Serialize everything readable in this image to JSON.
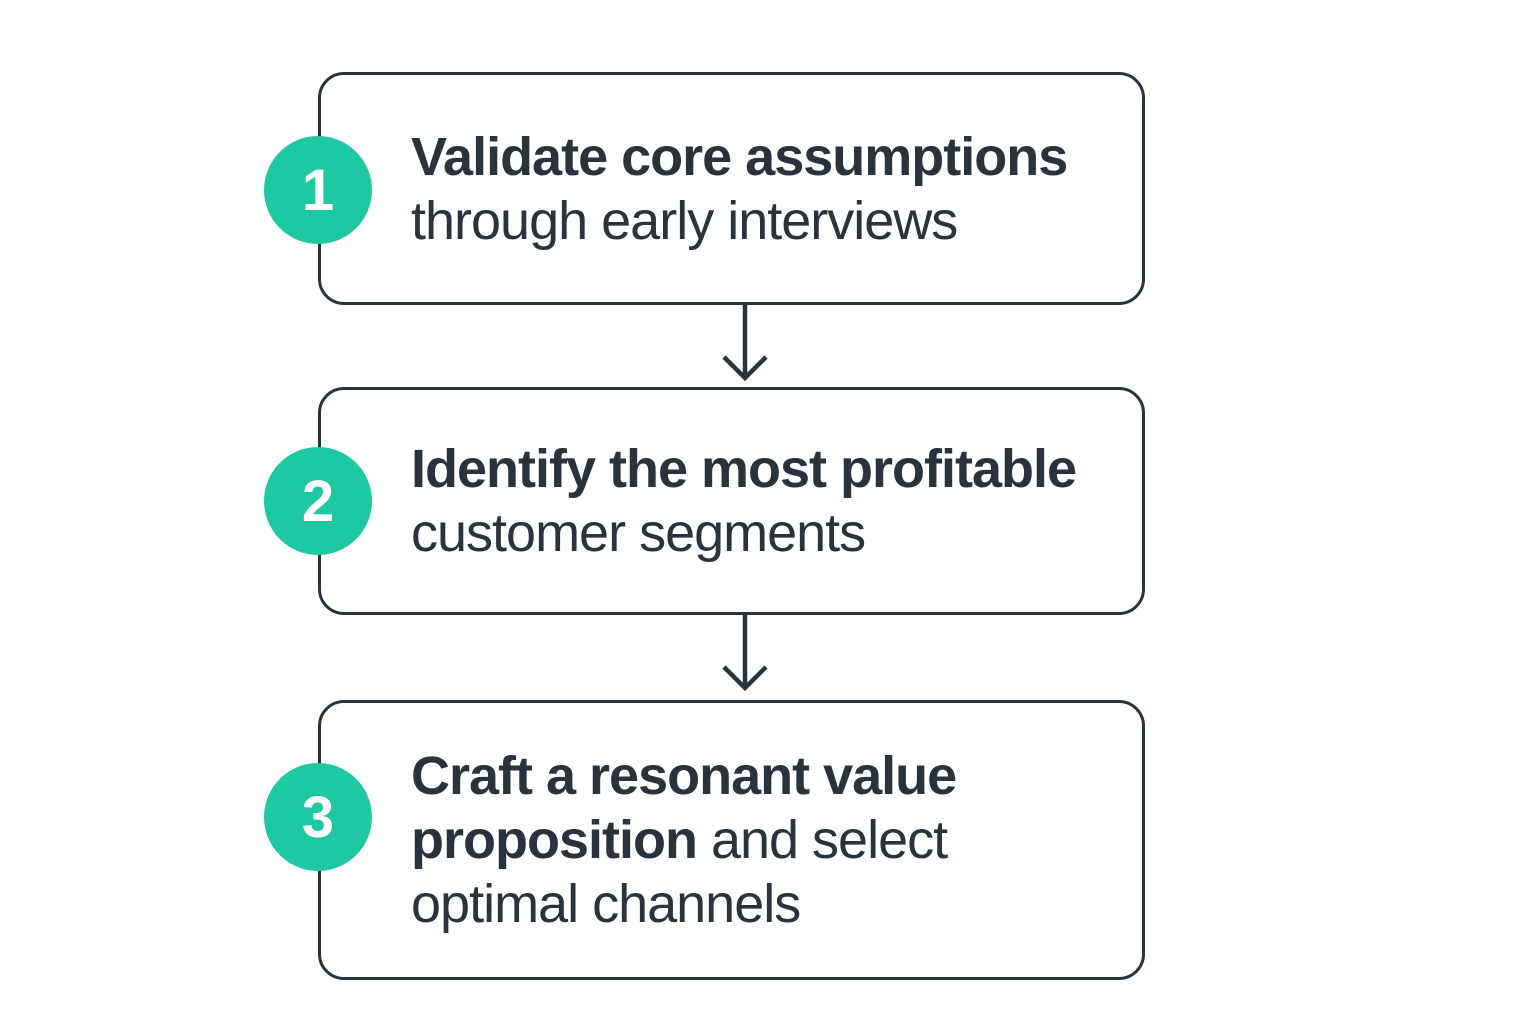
{
  "diagram": {
    "type": "vertical-flowchart",
    "colors": {
      "accent": "#1ec9a2",
      "ink": "#2a323c",
      "box_fill": "#ffffff",
      "badge_number": "#ffffff",
      "background": "#ffffff"
    },
    "steps": [
      {
        "number": "1",
        "full_text": "Validate core assumptions through early interviews",
        "lines": [
          {
            "bold": "Validate core assumptions",
            "regular": ""
          },
          {
            "bold": "",
            "regular": "through early interviews"
          }
        ]
      },
      {
        "number": "2",
        "full_text": "Identify the most profitable customer segments",
        "lines": [
          {
            "bold": "Identify the most profitable",
            "regular": ""
          },
          {
            "bold": "",
            "regular": "customer segments"
          }
        ]
      },
      {
        "number": "3",
        "full_text": "Craft a resonant value proposition and select optimal channels",
        "lines": [
          {
            "bold": "Craft a resonant value",
            "regular": ""
          },
          {
            "bold": "proposition",
            "regular": " and select"
          },
          {
            "bold": "",
            "regular": "optimal channels"
          }
        ]
      }
    ],
    "connectors": [
      {
        "from": "step-1",
        "to": "step-2",
        "shape": "down-arrow"
      },
      {
        "from": "step-2",
        "to": "step-3",
        "shape": "down-arrow"
      }
    ]
  }
}
